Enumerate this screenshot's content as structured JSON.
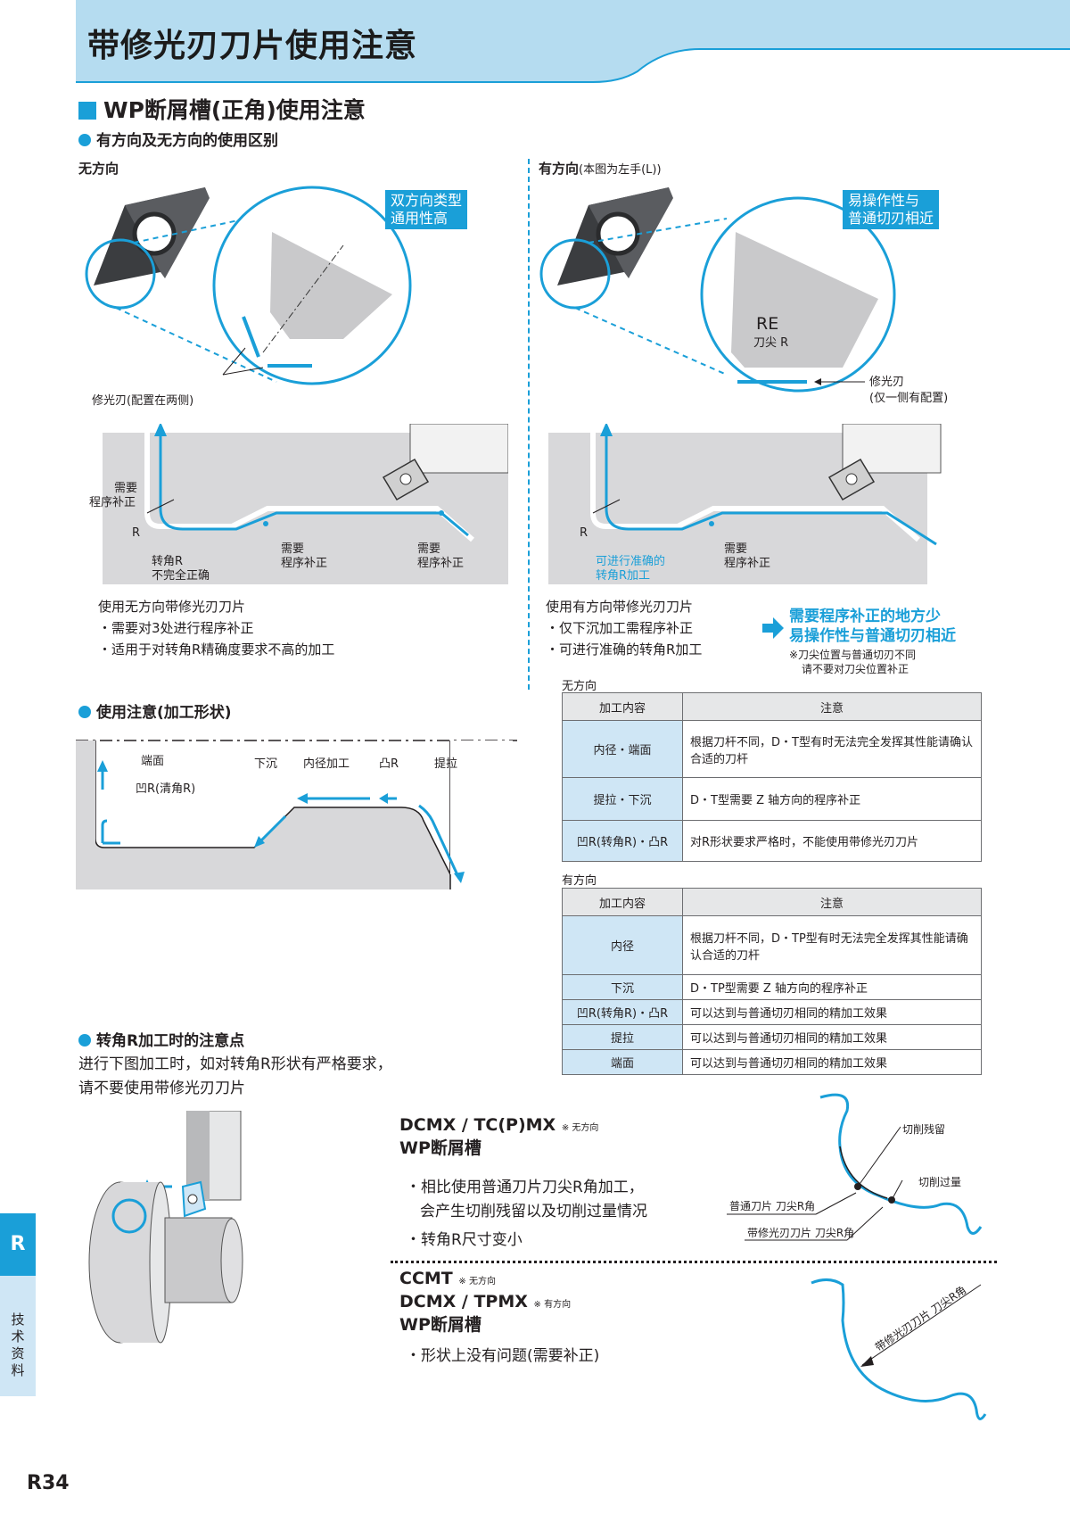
{
  "page": {
    "title": "带修光刃刀片使用注意",
    "page_number": "R34",
    "side_tab": {
      "letter": "R",
      "label": "技术资料"
    }
  },
  "section_wp": {
    "title": "WP断屑槽(正角)使用注意",
    "sub_direction": {
      "title": "有方向及无方向的使用区别",
      "left": {
        "heading": "无方向",
        "tag_line1": "双方向类型",
        "tag_line2": "通用性高",
        "wiper_label": "修光刃(配置在两侧)",
        "fig_label_need_comp1_l1": "需要",
        "fig_label_need_comp1_l2": "程序补正",
        "fig_label_r": "R",
        "fig_label_corner_l1": "转角R",
        "fig_label_corner_l2": "不完全正确",
        "fig_label_need_comp2_l1": "需要",
        "fig_label_need_comp2_l2": "程序补正",
        "fig_label_need_comp3_l1": "需要",
        "fig_label_need_comp3_l2": "程序补正",
        "desc_title": "使用无方向带修光刃刀片",
        "desc_items": [
          "・需要对3处进行程序补正",
          "・适用于对转角R精确度要求不高的加工"
        ]
      },
      "right": {
        "heading": "有方向",
        "heading_note": "(本图为左手(L))",
        "tag_line1": "易操作性与",
        "tag_line2": "普通切刃相近",
        "re_label": "RE",
        "re_sub": "刀尖 R",
        "wiper_label_l1": "修光刃",
        "wiper_label_l2": "(仅一侧有配置)",
        "fig_label_r": "R",
        "fig_label_accurate_l1": "可进行准确的",
        "fig_label_accurate_l2": "转角R加工",
        "fig_label_need_comp_l1": "需要",
        "fig_label_need_comp_l2": "程序补正",
        "desc_title": "使用有方向带修光刃刀片",
        "desc_items": [
          "・仅下沉加工需程序补正",
          "・可进行准确的转角R加工"
        ],
        "callout_l1": "需要程序补正的地方少",
        "callout_l2": "易操作性与普通切刃相近",
        "callout_note_l1": "※刀尖位置与普通切刃不同",
        "callout_note_l2": "请不要对刀尖位置补正"
      }
    },
    "sub_shape": {
      "title": "使用注意(加工形状)",
      "labels": {
        "face": "端面",
        "concave": "凹R(清角R)",
        "plunge": "下沉",
        "id": "内径加工",
        "convex": "凸R",
        "pull": "提拉"
      }
    },
    "table_nondir": {
      "caption": "无方向",
      "headers": [
        "加工内容",
        "注意"
      ],
      "rows": [
        [
          "内径・端面",
          "根据刀杆不同，D・T型有时无法完全发挥其性能请确认合适的刀杆"
        ],
        [
          "提拉・下沉",
          "D・T型需要 Z 轴方向的程序补正"
        ],
        [
          "凹R(转角R)・凸R",
          "对R形状要求严格时，不能使用带修光刃刀片"
        ]
      ]
    },
    "table_dir": {
      "caption": "有方向",
      "headers": [
        "加工内容",
        "注意"
      ],
      "rows": [
        [
          "内径",
          "根据刀杆不同，D・TP型有时无法完全发挥其性能请确认合适的刀杆"
        ],
        [
          "下沉",
          "D・TP型需要 Z 轴方向的程序补正"
        ],
        [
          "凹R(转角R)・凸R",
          "可以达到与普通切刃相同的精加工效果"
        ],
        [
          "提拉",
          "可以达到与普通切刃相同的精加工效果"
        ],
        [
          "端面",
          "可以达到与普通切刃相同的精加工效果"
        ]
      ]
    },
    "sub_corner": {
      "title": "转角R加工时的注意点",
      "intro_l1": "进行下图加工时，如对转角R形状有严格要求，",
      "intro_l2": "请不要使用带修光刃刀片",
      "block1": {
        "model": "DCMX / TC(P)MX",
        "model_note": "※ 无方向",
        "chipbreaker": "WP断屑槽",
        "items_l1": "・相比使用普通刀片刀尖R角加工，",
        "items_l2": "会产生切削残留以及切削过量情况",
        "items_l3": "・转角R尺寸变小",
        "fig_residual": "切削残留",
        "fig_over": "切削过量",
        "fig_normal": "普通刀片 刀尖R角",
        "fig_wiper": "带修光刃刀片 刀尖R角"
      },
      "block2": {
        "model1": "CCMT",
        "model1_note": "※ 无方向",
        "model2": "DCMX / TPMX",
        "model2_note": "※ 有方向",
        "chipbreaker": "WP断屑槽",
        "item": "・形状上没有问题(需要补正)",
        "fig_wiper": "带修光刃刀片 刀尖R角"
      }
    }
  }
}
